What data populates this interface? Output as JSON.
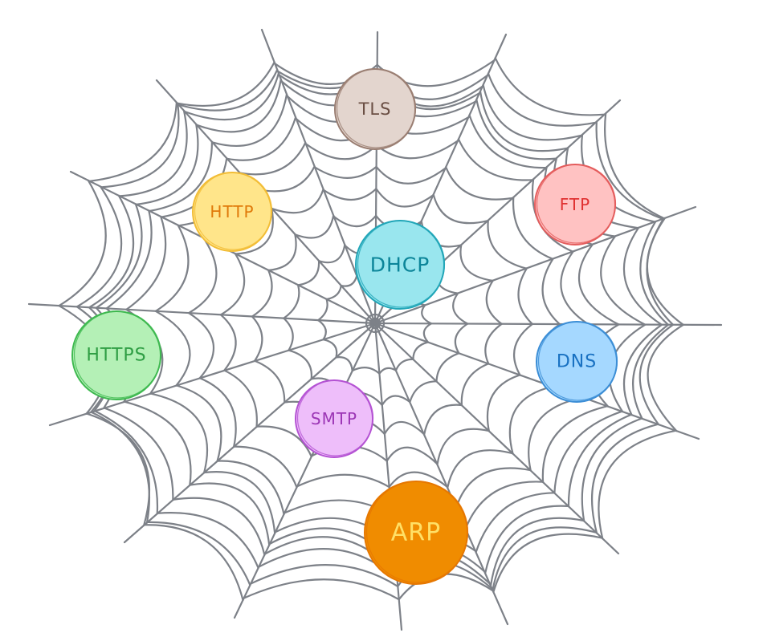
{
  "diagram": {
    "nodes": [
      {
        "id": "tls",
        "label": "TLS",
        "fill": "#e3d5ce",
        "stroke": "#9a7e72",
        "text": "#6b4f44"
      },
      {
        "id": "http",
        "label": "HTTP",
        "fill": "#ffe58a",
        "stroke": "#f2bd36",
        "text": "#e07a0a"
      },
      {
        "id": "ftp",
        "label": "FTP",
        "fill": "#ffc2c2",
        "stroke": "#e45d5d",
        "text": "#e03131"
      },
      {
        "id": "dhcp",
        "label": "DHCP",
        "fill": "#99e6ee",
        "stroke": "#22a6b8",
        "text": "#0c8599"
      },
      {
        "id": "https",
        "label": "HTTPS",
        "fill": "#b4f0b6",
        "stroke": "#3fb950",
        "text": "#2f9e44"
      },
      {
        "id": "dns",
        "label": "DNS",
        "fill": "#a5d8ff",
        "stroke": "#3c8ed6",
        "text": "#1971c2"
      },
      {
        "id": "smtp",
        "label": "SMTP",
        "fill": "#eebefa",
        "stroke": "#b452d3",
        "text": "#9c36b5"
      },
      {
        "id": "arp",
        "label": "ARP",
        "fill": "#f08c00",
        "stroke": "#e67700",
        "text": "#ffe066"
      }
    ],
    "web_color": "#7d8188"
  }
}
